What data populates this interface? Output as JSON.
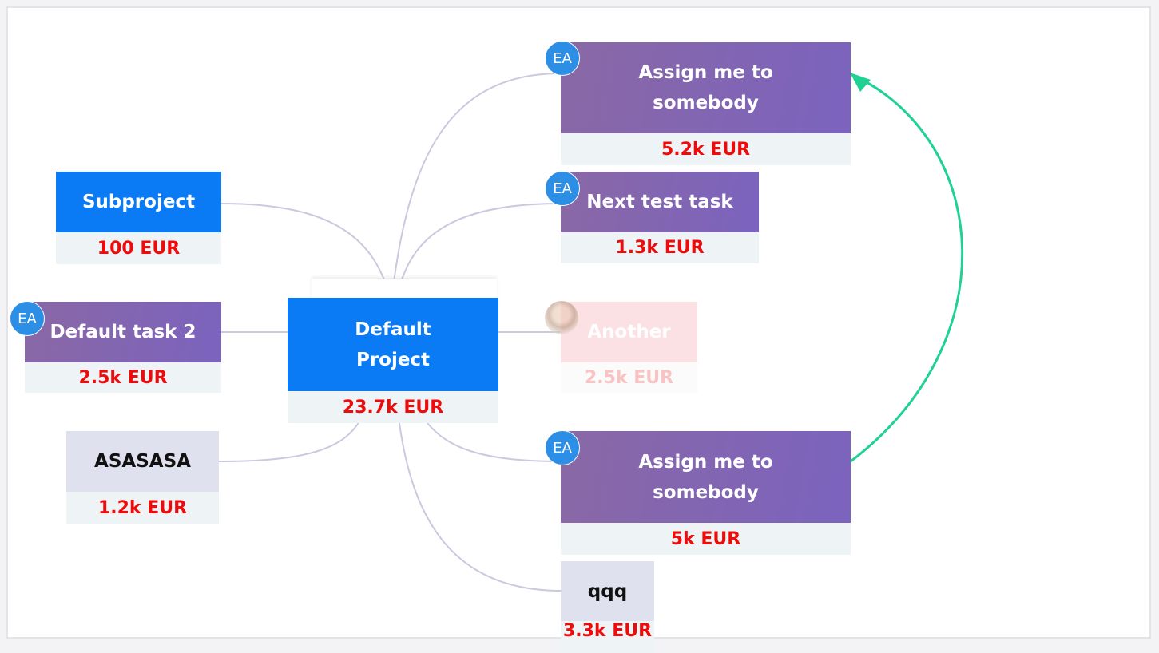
{
  "nodes": {
    "root": {
      "title_line1": "Default",
      "title_line2": "Project",
      "amount": "23.7k EUR"
    },
    "subproject": {
      "title": "Subproject",
      "amount": "100 EUR"
    },
    "default_task_2": {
      "title": "Default task 2",
      "amount": "2.5k EUR",
      "avatar": "EA"
    },
    "asasasa": {
      "title": "ASASASA",
      "amount": "1.2k EUR"
    },
    "assign_top": {
      "title_line1": "Assign me to",
      "title_line2": "somebody",
      "amount": "5.2k EUR",
      "avatar": "EA"
    },
    "next_test": {
      "title": "Next test task",
      "amount": "1.3k EUR",
      "avatar": "EA"
    },
    "another": {
      "title": "Another",
      "amount": "2.5k EUR"
    },
    "assign_bottom": {
      "title_line1": "Assign me to",
      "title_line2": "somebody",
      "amount": "5k EUR",
      "avatar": "EA"
    },
    "qqq": {
      "title": "qqq",
      "amount": "3.3k EUR"
    }
  },
  "colors": {
    "link": "#c9c9df",
    "dependency": "#1fd192",
    "amount": "#ee0b0b",
    "blue_node": "#0a7bf5"
  },
  "icons": {
    "photo_avatar": "user-photo-icon",
    "dependency_arrow": "arrow-head-icon"
  }
}
